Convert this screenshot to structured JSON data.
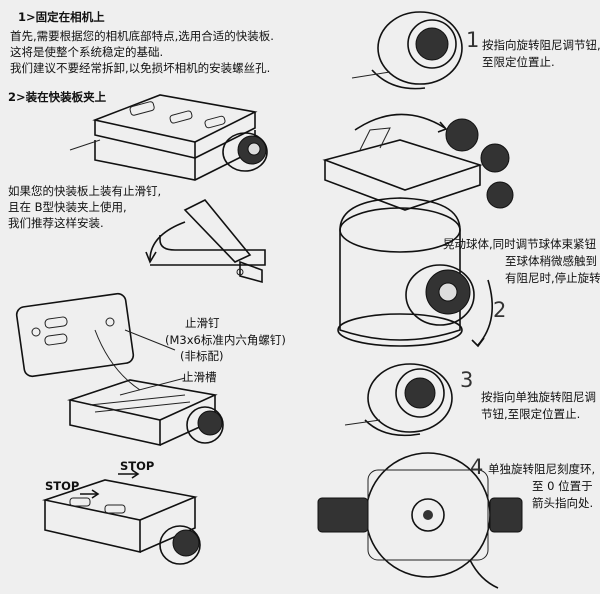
{
  "section1": {
    "heading": "1>固定在相机上",
    "body": [
      "首先,需要根据您的相机底部特点,选用合适的快装板.",
      "这将是使整个系统稳定的基础.",
      "我们建议不要经常拆卸,以免损坏相机的安装螺丝孔."
    ]
  },
  "section2": {
    "heading": "2>装在快装板夹上",
    "note": [
      "如果您的快装板上装有止滑钉,",
      "且在 B型快装夹上使用,",
      "我们推荐这样安装."
    ],
    "labels": {
      "stop_pin": "止滑钉",
      "screw_spec": "(M3x6标准内六角螺钉)",
      "not_standard": "(非标配)",
      "stop_groove": "止滑槽",
      "stop_right": "STOP",
      "stop_left": "STOP"
    }
  },
  "steps": [
    {
      "number": "1",
      "lines": [
        "按指向旋转阻尼调节钮,",
        "至限定位置止."
      ]
    },
    {
      "number": "2",
      "lines": [
        "晃动球体,同时调节球体束紧钮",
        "至球体稍微感触到",
        "有阻尼时,停止旋转."
      ]
    },
    {
      "number": "3",
      "lines": [
        "按指向单独旋转阻尼调",
        "节钮,至限定位置止."
      ]
    },
    {
      "number": "4",
      "lines": [
        "单独旋转阻尼刻度环,",
        "至 0 位置于",
        "箭头指向处."
      ]
    }
  ],
  "colors": {
    "paper": "#efefef",
    "ink": "#111111",
    "knob": "#333333"
  }
}
